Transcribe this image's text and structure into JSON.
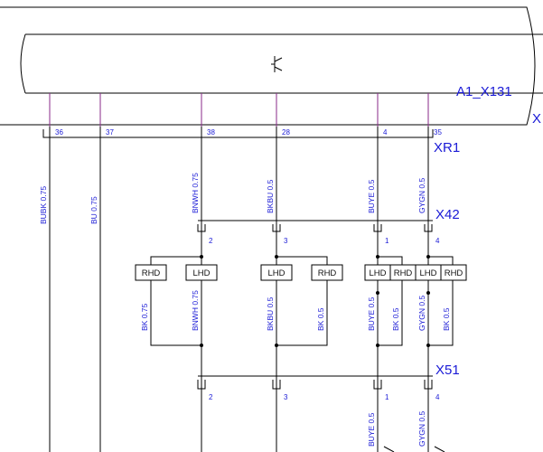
{
  "diagram": {
    "connector_top": "A1_X131",
    "edge_label": "X",
    "connector_xr1": "XR1",
    "connector_x42": "X42",
    "connector_x51": "X51",
    "pins_top": [
      "36",
      "37",
      "38",
      "28",
      "4",
      "35"
    ],
    "wire_codes": [
      "BUBK 0.75",
      "BU 0.75",
      "BNWH 0.75",
      "BKBU 0.5",
      "BUYE 0.5",
      "GYGN 0.5"
    ],
    "x42_pins": [
      "2",
      "3",
      "1",
      "4"
    ],
    "x51_pins": [
      "2",
      "3",
      "1",
      "4"
    ],
    "box_labels": [
      "RHD",
      "LHD",
      "LHD",
      "RHD",
      "LHD",
      "RHD",
      "LHD",
      "RHD"
    ],
    "branch_wires": [
      "BK 0.75",
      "BNWH 0.75",
      "BKBU 0.5",
      "BK 0.5",
      "BUYE 0.5",
      "BK 0.5",
      "GYGN 0.5",
      "BK 0.5"
    ],
    "bottom_wires": [
      "BUYE 0.5",
      "GYGN 0.5"
    ],
    "colors": {
      "label": "#1a1ad6",
      "pin_line": "#8a2a8a"
    }
  }
}
